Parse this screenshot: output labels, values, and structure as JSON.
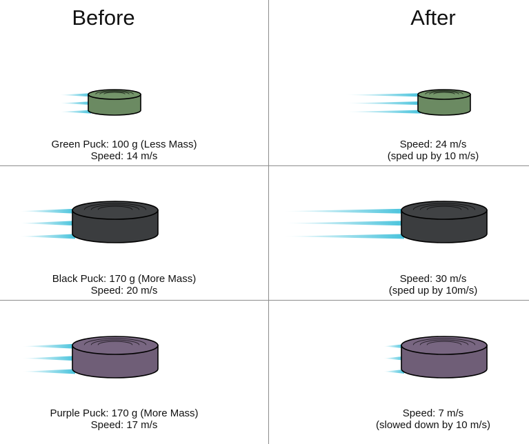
{
  "headers": {
    "before": "Before",
    "after": "After"
  },
  "colors": {
    "green_puck": "#6b8a62",
    "black_puck": "#3b3d3f",
    "purple_puck": "#6f5e77",
    "motion_trail": "#48c3dc",
    "divider": "#8c8c8c"
  },
  "rows": [
    {
      "before": {
        "line1": "Green Puck: 100 g (Less Mass)",
        "line2": "Speed: 14 m/s"
      },
      "after": {
        "line1": "Speed: 24 m/s",
        "line2": "(sped up by 10 m/s)"
      }
    },
    {
      "before": {
        "line1": "Black Puck: 170 g (More Mass)",
        "line2": "Speed: 20 m/s"
      },
      "after": {
        "line1": "Speed: 30 m/s",
        "line2": "(sped up by 10m/s)"
      }
    },
    {
      "before": {
        "line1": "Purple Puck: 170 g (More Mass)",
        "line2": "Speed: 17 m/s"
      },
      "after": {
        "line1": "Speed: 7 m/s",
        "line2": "(slowed down by 10 m/s)"
      }
    }
  ]
}
